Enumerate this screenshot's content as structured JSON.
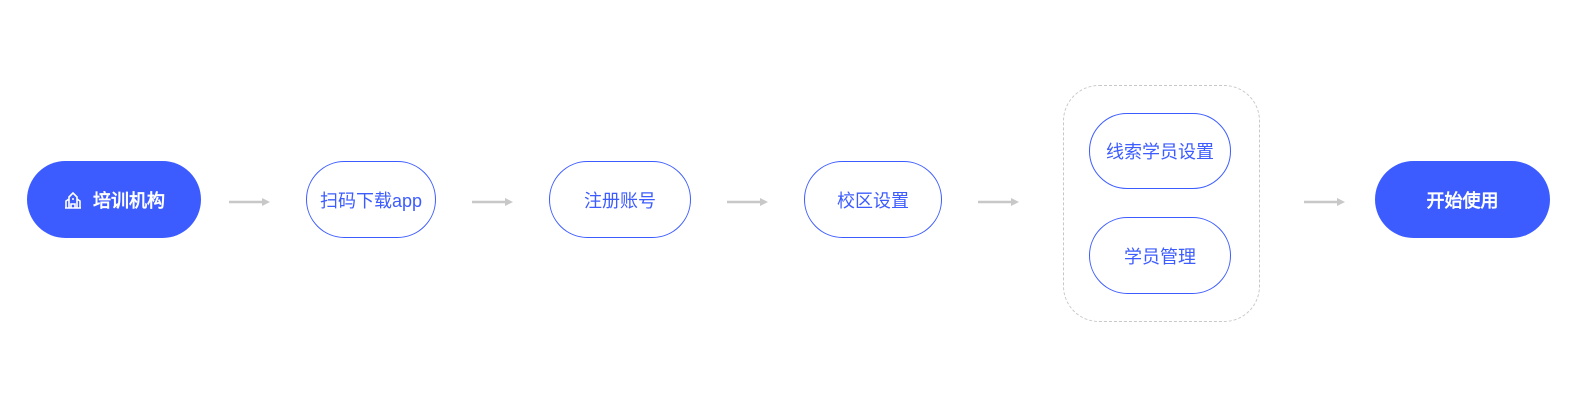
{
  "colors": {
    "accent": "#3d5cff",
    "arrow": "#c8c8c8",
    "group_border": "#c8c8c8"
  },
  "steps": [
    {
      "label": "培训机构",
      "icon": "building-icon"
    },
    {
      "label": "扫码下载app"
    },
    {
      "label": "注册账号"
    },
    {
      "label": "校区设置"
    },
    {
      "group": [
        {
          "label": "线索学员设置"
        },
        {
          "label": "学员管理"
        }
      ]
    },
    {
      "label": "开始使用"
    }
  ]
}
